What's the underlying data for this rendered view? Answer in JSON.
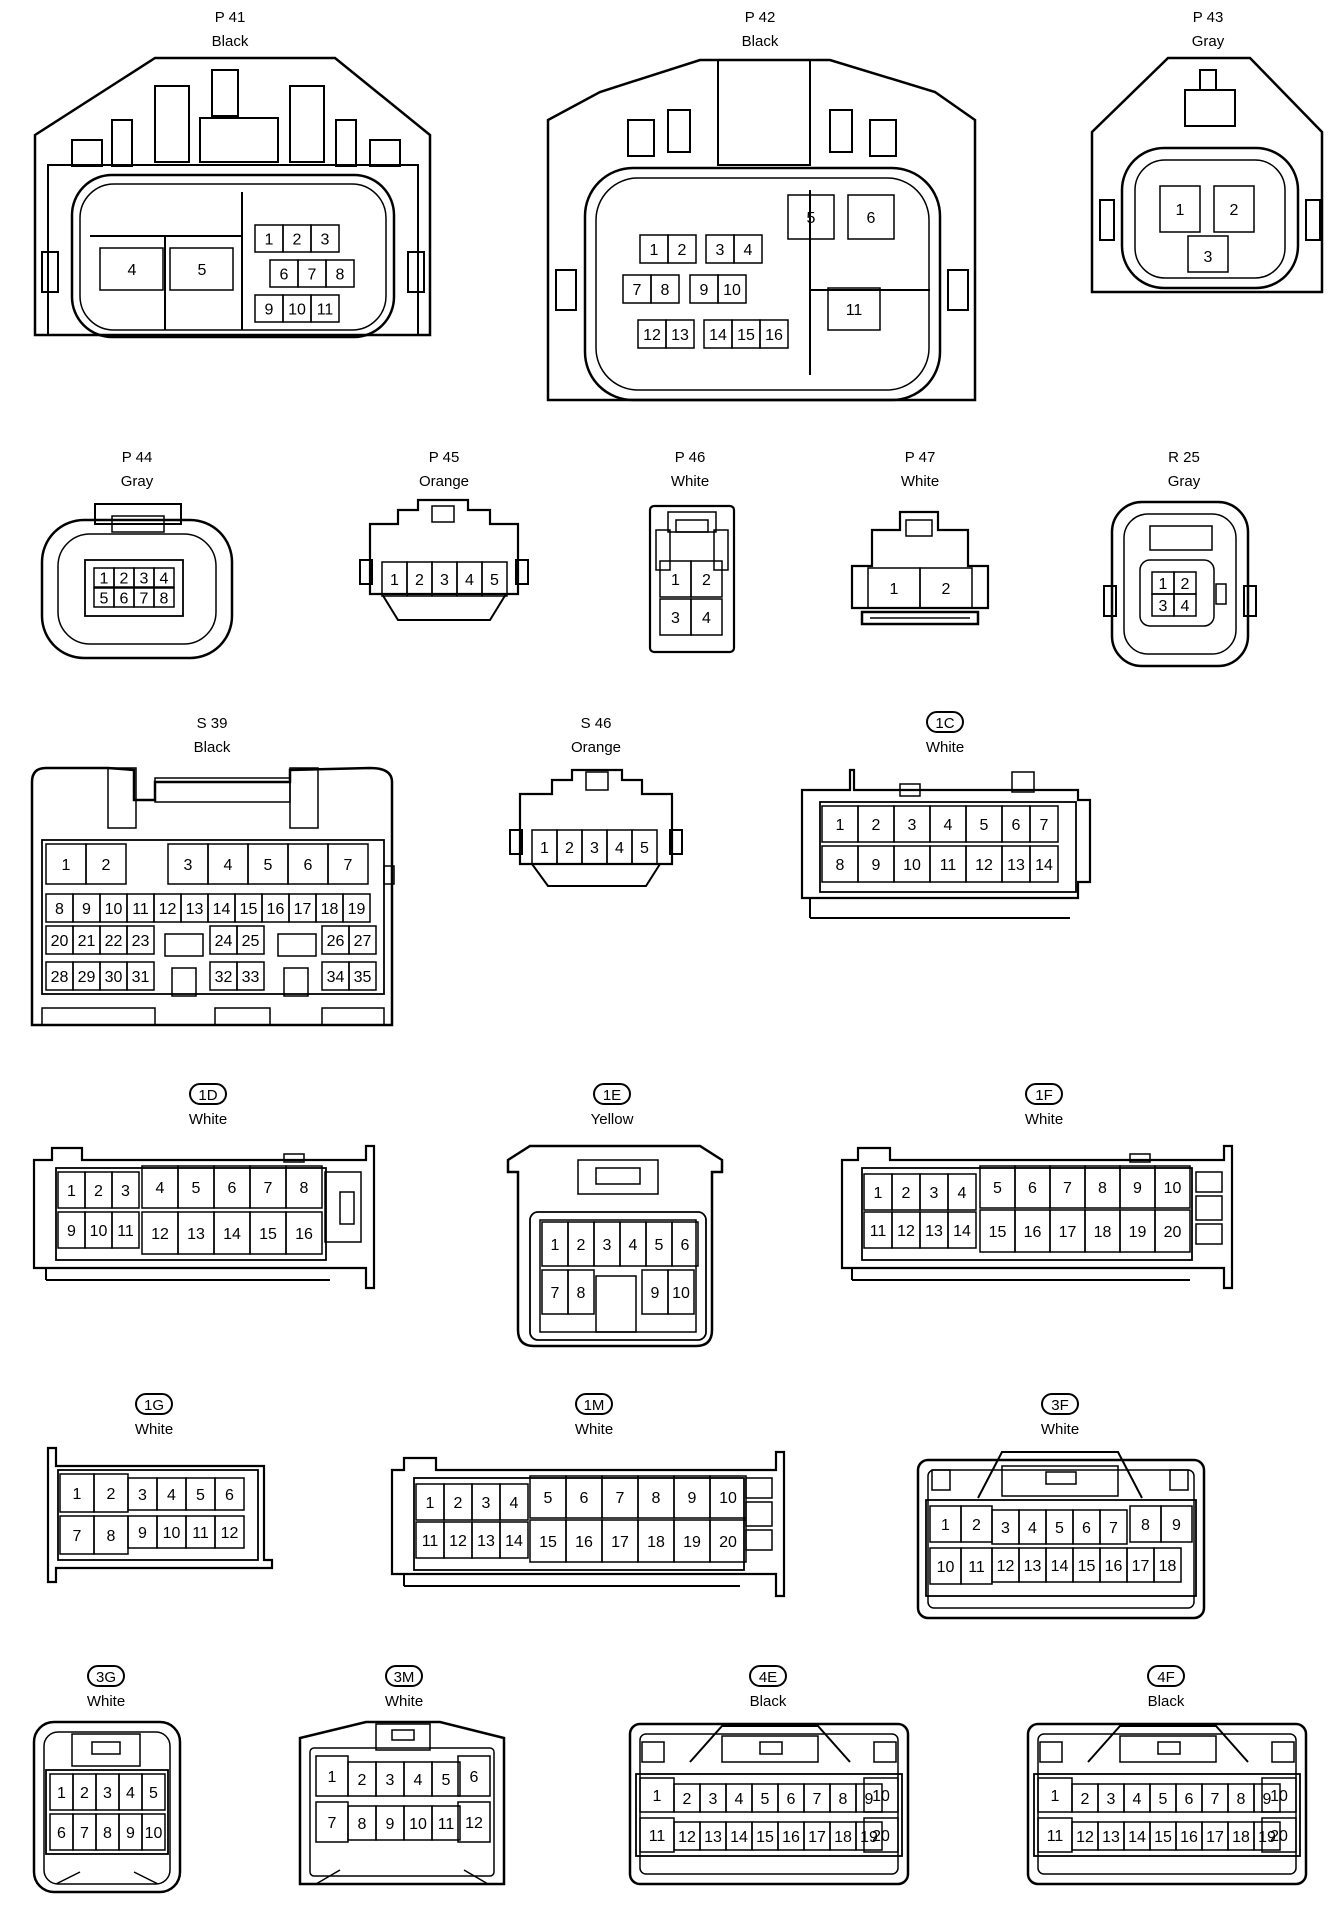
{
  "connectors": [
    {
      "code": "P 41",
      "color": "Black",
      "badge": false,
      "pins": [
        "1",
        "2",
        "3",
        "4",
        "5",
        "6",
        "7",
        "8",
        "9",
        "10",
        "11"
      ]
    },
    {
      "code": "P 42",
      "color": "Black",
      "badge": false,
      "pins": [
        "1",
        "2",
        "3",
        "4",
        "5",
        "6",
        "7",
        "8",
        "9",
        "10",
        "11",
        "12",
        "13",
        "14",
        "15",
        "16"
      ]
    },
    {
      "code": "P 43",
      "color": "Gray",
      "badge": false,
      "pins": [
        "1",
        "2",
        "3"
      ]
    },
    {
      "code": "P 44",
      "color": "Gray",
      "badge": false,
      "pins": [
        "1",
        "2",
        "3",
        "4",
        "5",
        "6",
        "7",
        "8"
      ]
    },
    {
      "code": "P 45",
      "color": "Orange",
      "badge": false,
      "pins": [
        "1",
        "2",
        "3",
        "4",
        "5"
      ]
    },
    {
      "code": "P 46",
      "color": "White",
      "badge": false,
      "pins": [
        "1",
        "2",
        "3",
        "4"
      ]
    },
    {
      "code": "P 47",
      "color": "White",
      "badge": false,
      "pins": [
        "1",
        "2"
      ]
    },
    {
      "code": "R 25",
      "color": "Gray",
      "badge": false,
      "pins": [
        "1",
        "2",
        "3",
        "4"
      ]
    },
    {
      "code": "S 39",
      "color": "Black",
      "badge": false,
      "pins": [
        "1",
        "2",
        "3",
        "4",
        "5",
        "6",
        "7",
        "8",
        "9",
        "10",
        "11",
        "12",
        "13",
        "14",
        "15",
        "16",
        "17",
        "18",
        "19",
        "20",
        "21",
        "22",
        "23",
        "24",
        "25",
        "26",
        "27",
        "28",
        "29",
        "30",
        "31",
        "32",
        "33",
        "34",
        "35"
      ]
    },
    {
      "code": "S 46",
      "color": "Orange",
      "badge": false,
      "pins": [
        "1",
        "2",
        "3",
        "4",
        "5"
      ]
    },
    {
      "code": "1C",
      "color": "White",
      "badge": true,
      "pins": [
        "1",
        "2",
        "3",
        "4",
        "5",
        "6",
        "7",
        "8",
        "9",
        "10",
        "11",
        "12",
        "13",
        "14"
      ]
    },
    {
      "code": "1D",
      "color": "White",
      "badge": true,
      "pins": [
        "1",
        "2",
        "3",
        "4",
        "5",
        "6",
        "7",
        "8",
        "9",
        "10",
        "11",
        "12",
        "13",
        "14",
        "15",
        "16"
      ]
    },
    {
      "code": "1E",
      "color": "Yellow",
      "badge": true,
      "pins": [
        "1",
        "2",
        "3",
        "4",
        "5",
        "6",
        "7",
        "8",
        "9",
        "10"
      ]
    },
    {
      "code": "1F",
      "color": "White",
      "badge": true,
      "pins": [
        "1",
        "2",
        "3",
        "4",
        "5",
        "6",
        "7",
        "8",
        "9",
        "10",
        "11",
        "12",
        "13",
        "14",
        "15",
        "16",
        "17",
        "18",
        "19",
        "20"
      ]
    },
    {
      "code": "1G",
      "color": "White",
      "badge": true,
      "pins": [
        "1",
        "2",
        "3",
        "4",
        "5",
        "6",
        "7",
        "8",
        "9",
        "10",
        "11",
        "12"
      ]
    },
    {
      "code": "1M",
      "color": "White",
      "badge": true,
      "pins": [
        "1",
        "2",
        "3",
        "4",
        "5",
        "6",
        "7",
        "8",
        "9",
        "10",
        "11",
        "12",
        "13",
        "14",
        "15",
        "16",
        "17",
        "18",
        "19",
        "20"
      ]
    },
    {
      "code": "3F",
      "color": "White",
      "badge": true,
      "pins": [
        "1",
        "2",
        "3",
        "4",
        "5",
        "6",
        "7",
        "8",
        "9",
        "10",
        "11",
        "12",
        "13",
        "14",
        "15",
        "16",
        "17",
        "18"
      ]
    },
    {
      "code": "3G",
      "color": "White",
      "badge": true,
      "pins": [
        "1",
        "2",
        "3",
        "4",
        "5",
        "6",
        "7",
        "8",
        "9",
        "10"
      ]
    },
    {
      "code": "3M",
      "color": "White",
      "badge": true,
      "pins": [
        "1",
        "2",
        "3",
        "4",
        "5",
        "6",
        "7",
        "8",
        "9",
        "10",
        "11",
        "12"
      ]
    },
    {
      "code": "4E",
      "color": "Black",
      "badge": true,
      "pins": [
        "1",
        "2",
        "3",
        "4",
        "5",
        "6",
        "7",
        "8",
        "9",
        "10",
        "11",
        "12",
        "13",
        "14",
        "15",
        "16",
        "17",
        "18",
        "19",
        "20"
      ]
    },
    {
      "code": "4F",
      "color": "Black",
      "badge": true,
      "pins": [
        "1",
        "2",
        "3",
        "4",
        "5",
        "6",
        "7",
        "8",
        "9",
        "10",
        "11",
        "12",
        "13",
        "14",
        "15",
        "16",
        "17",
        "18",
        "19",
        "20"
      ]
    }
  ]
}
